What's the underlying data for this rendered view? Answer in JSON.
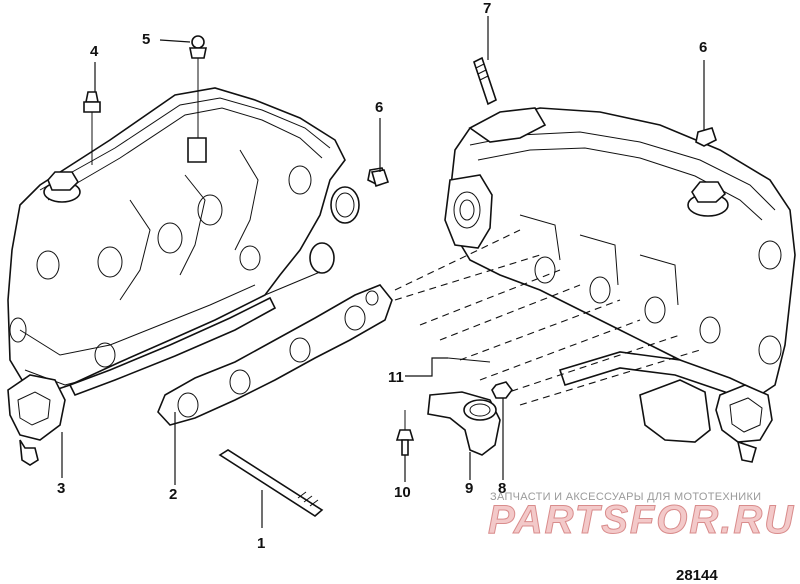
{
  "callouts": {
    "c1": "1",
    "c2": "2",
    "c3": "3",
    "c4": "4",
    "c5": "5",
    "c6a": "6",
    "c6b": "6",
    "c7": "7",
    "c8": "8",
    "c9": "9",
    "c10": "10",
    "c11": "11"
  },
  "watermark": {
    "tagline": "ЗАПЧАСТИ И АКСЕССУАРЫ ДЛЯ МОТОТЕХНИКИ",
    "brand": "PARTSFOR.RU"
  },
  "figure_number": "28144"
}
